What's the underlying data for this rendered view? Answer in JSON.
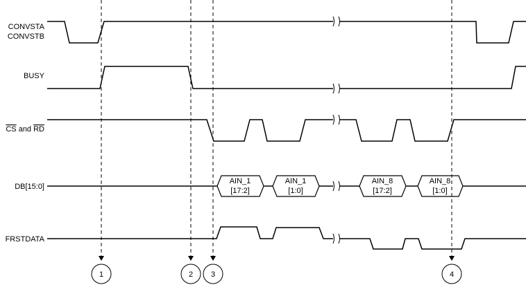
{
  "signals": {
    "convst": {
      "line1": "CONVSTA",
      "line2": "CONVSTB"
    },
    "busy": {
      "label": "BUSY"
    },
    "cs_rd": {
      "cs": "CS",
      "and": " and ",
      "rd": "RD"
    },
    "db": {
      "label": "DB[15:0]"
    },
    "frstdata": {
      "label": "FRSTDATA"
    }
  },
  "data_words": [
    {
      "line1": "AIN_1",
      "line2": "[17:2]"
    },
    {
      "line1": "AIN_1",
      "line2": "[1:0]"
    },
    {
      "line1": "AIN_8",
      "line2": "[17:2]"
    },
    {
      "line1": "AIN_8",
      "line2": "[1:0]"
    }
  ],
  "markers": [
    "1",
    "2",
    "3",
    "4"
  ],
  "style": {
    "line_color": "#000000",
    "background": "#ffffff"
  }
}
